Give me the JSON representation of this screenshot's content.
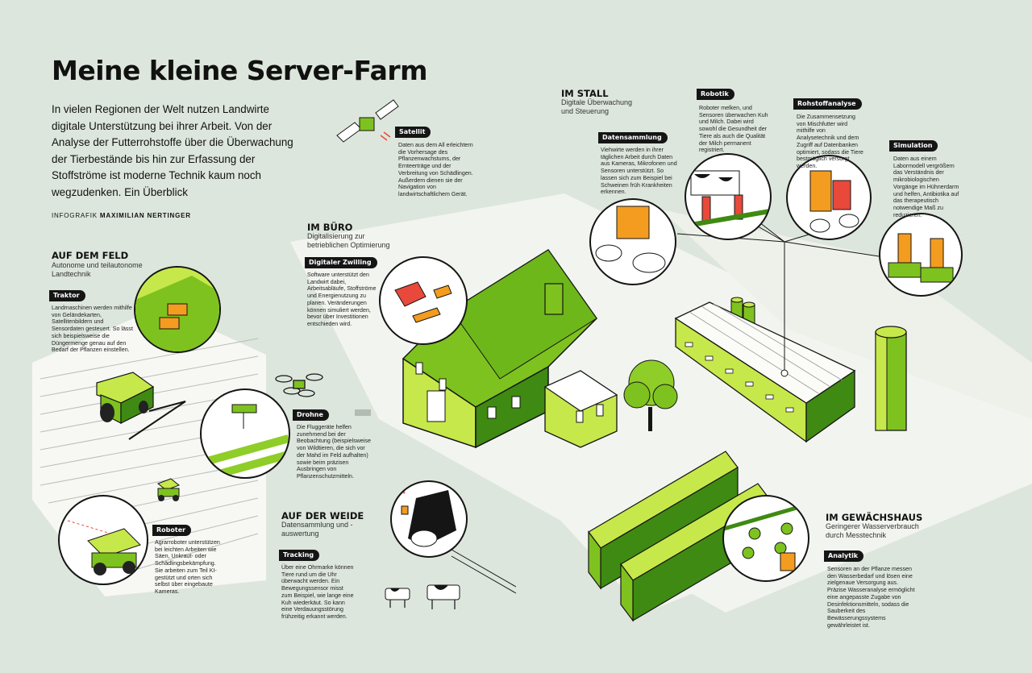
{
  "title": "Meine kleine Server-Farm",
  "intro": "In vielen Regionen der Welt nutzen Landwirte digitale Unterstützung bei ihrer Arbeit. Von der Analyse der Futterrohstoffe über die Überwachung der Tierbestände bis hin zur Erfassung der Stoffströme ist moderne Technik kaum noch wegzudenken. Ein Überblick",
  "credit_prefix": "INFOGRAFIK",
  "credit_name": "MAXIMILIAN NERTINGER",
  "sections": {
    "feld": {
      "title": "AUF DEM FELD",
      "subtitle": "Autonome und teilautonome Landtechnik"
    },
    "buero": {
      "title": "IM BÜRO",
      "subtitle": "Digitalisierung zur betrieblichen Optimierung"
    },
    "stall": {
      "title": "IM STALL",
      "subtitle": "Digitale Überwachung und Steuerung"
    },
    "weide": {
      "title": "AUF DER WEIDE",
      "subtitle": "Datensammlung und -auswertung"
    },
    "gewaechshaus": {
      "title": "IM GEWÄCHSHAUS",
      "subtitle": "Geringerer Wasserverbrauch durch Messtechnik"
    }
  },
  "items": {
    "satellit": {
      "label": "Satellit",
      "text": "Daten aus dem All erleichtern die Vorhersage des Pflanzenwachstums, der Ernteerträge und der Verbreitung von Schädlingen. Außerdem dienen sie der Navigation von landwirtschaftlichem Gerät."
    },
    "traktor": {
      "label": "Traktor",
      "text": "Landmaschinen werden mithilfe von Geländekarten, Satellitenbildern und Sensordaten gesteuert. So lässt sich beispielsweise die Düngermenge genau auf den Bedarf der Pflanzen einstellen."
    },
    "drohne": {
      "label": "Drohne",
      "text": "Die Fluggeräte helfen zunehmend bei der Beobachtung (beispielsweise von Wildtieren, die sich vor der Mahd im Feld aufhalten) sowie beim präzisen Ausbringen von Pflanzenschutzmitteln."
    },
    "roboter": {
      "label": "Roboter",
      "text": "Agrarroboter unterstützen bei leichten Arbeiten wie Säen, Unkraut- oder Schädlingsbekämpfung. Sie arbeiten zum Teil KI-gestützt und orten sich selbst über eingebaute Kameras."
    },
    "zwilling": {
      "label": "Digitaler Zwilling",
      "text": "Software unterstützt den Landwirt dabei, Arbeitsabläufe, Stoffströme und Energienutzung zu planen. Veränderungen können simuliert werden, bevor über Investitionen entschieden wird."
    },
    "datensammlung": {
      "label": "Datensammlung",
      "text": "Viehwirte werden in ihrer täglichen Arbeit durch Daten aus Kameras, Mikrofonen und Sensoren unterstützt. So lassen sich zum Beispiel bei Schweinen früh Krankheiten erkennen."
    },
    "robotik": {
      "label": "Robotik",
      "text": "Roboter melken, und Sensoren überwachen Kuh und Milch. Dabei wird sowohl die Gesundheit der Tiere als auch die Qualität der Milch permanent registriert."
    },
    "rohstoff": {
      "label": "Rohstoffanalyse",
      "text": "Die Zusammensetzung von Mischfutter wird mithilfe von Analysetechnik und dem Zugriff auf Datenbanken optimiert, sodass die Tiere bestmöglich versorgt werden."
    },
    "simulation": {
      "label": "Simulation",
      "text": "Daten aus einem Labormodell vergrößern das Verständnis der mikrobiologischen Vorgänge im Hühnerdarm und helfen, Antibiotika auf das therapeutisch notwendige Maß zu reduzieren."
    },
    "tracking": {
      "label": "Tracking",
      "text": "Über eine Ohrmarke können Tiere rund um die Uhr überwacht werden. Ein Bewegungssensor misst zum Beispiel, wie lange eine Kuh wiederkäut. So kann eine Verdauungsstörung frühzeitig erkannt werden."
    },
    "analytik": {
      "label": "Analytik",
      "text": "Sensoren an der Pflanze messen den Wasserbedarf und lösen eine zielgenaue Versorgung aus. Präzise Wasseranalyse ermöglicht eine angepasste Zugabe von Desinfektionsmitteln, sodass die Sauberkeit des Bewässerungssystems gewährleistet ist."
    }
  },
  "colors": {
    "background": "#dde6dc",
    "green": "#7ec21f",
    "dark_green": "#3f8a12",
    "lime": "#c7e84a",
    "orange": "#f39c1f",
    "red": "#e8493a",
    "ink": "#151515"
  }
}
